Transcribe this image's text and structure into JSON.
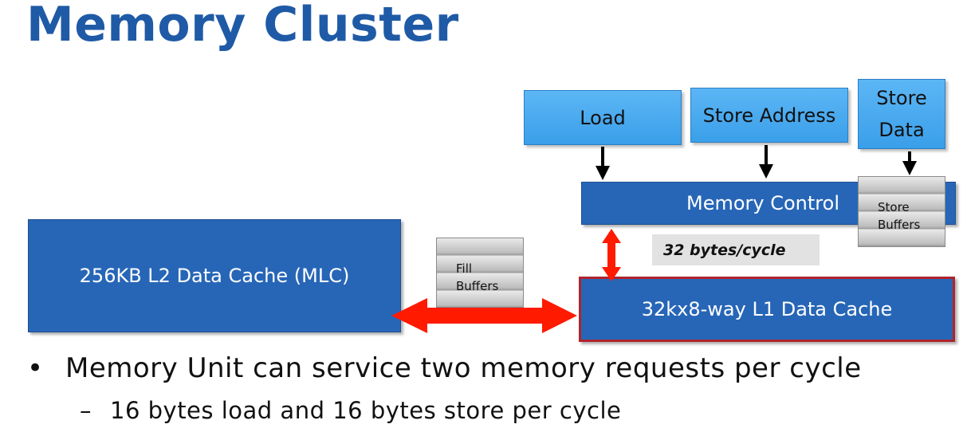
{
  "title": "Memory Cluster",
  "boxes": {
    "load": "Load",
    "store_address": "Store Address",
    "store_data_line1": "Store",
    "store_data_line2": "Data",
    "memory_control": "Memory Control",
    "l2_cache": "256KB L2 Data Cache (MLC)",
    "l1_cache": "32kx8-way L1 Data Cache"
  },
  "buffers": {
    "fill_line1": "Fill",
    "fill_line2": "Buffers",
    "store_line1": "Store",
    "store_line2": "Buffers"
  },
  "rate_label": "32 bytes/cycle",
  "bullets": {
    "main": "Memory Unit can service two memory requests per cycle",
    "sub": "16 bytes load and 16 bytes store per cycle",
    "bullet_mark": "•",
    "dash_mark": "–"
  },
  "colors": {
    "title": "#1f5aa6",
    "dark_box": "#2766b7",
    "light_box": "#4aaaf0",
    "arrow_red": "#ff1a00",
    "l1_border": "#b0242c"
  }
}
